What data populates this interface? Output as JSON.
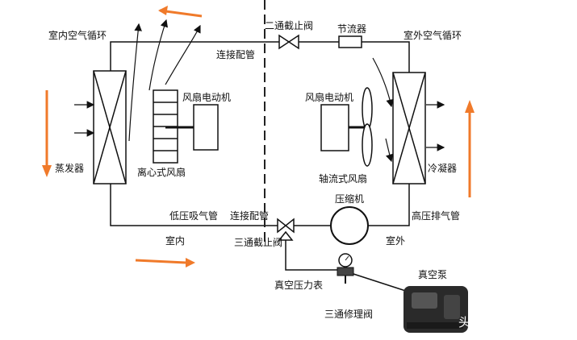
{
  "labels": {
    "indoor_air": "室内空气循环",
    "outdoor_air": "室外空气循环",
    "two_way_valve": "二通截止阀",
    "throttle": "节流器",
    "connecting_pipe_top": "连接配管",
    "fan_motor_left": "风扇电动机",
    "fan_motor_right": "风扇电动机",
    "evaporator": "蒸发器",
    "centrifugal_fan": "离心式风扇",
    "axial_fan": "轴流式风扇",
    "condenser": "冷凝器",
    "compressor": "压缩机",
    "low_pressure_pipe": "低压吸气管",
    "connecting_pipe_bottom": "连接配管",
    "high_pressure_pipe": "高压排气管",
    "indoor": "室内",
    "three_way_valve": "三通截止阀",
    "outdoor": "室外",
    "vacuum_gauge": "真空压力表",
    "vacuum_pump": "真空泵",
    "service_valve": "三通修理阀"
  },
  "watermark": "头条 @小雨滴电子",
  "colors": {
    "line": "#111111",
    "arrow": "#f07a2a",
    "background": "#ffffff"
  }
}
